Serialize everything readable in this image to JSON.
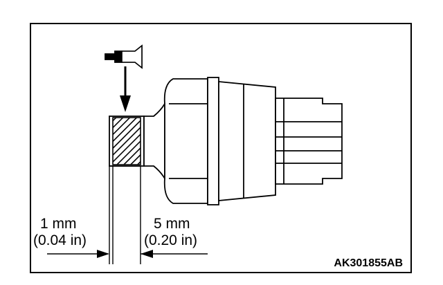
{
  "diagram": {
    "dimension_left": {
      "metric": "1 mm",
      "imperial": "(0.04 in)"
    },
    "dimension_right": {
      "metric": "5 mm",
      "imperial": "(0.20 in)"
    },
    "figure_code": "AK301855AB"
  }
}
